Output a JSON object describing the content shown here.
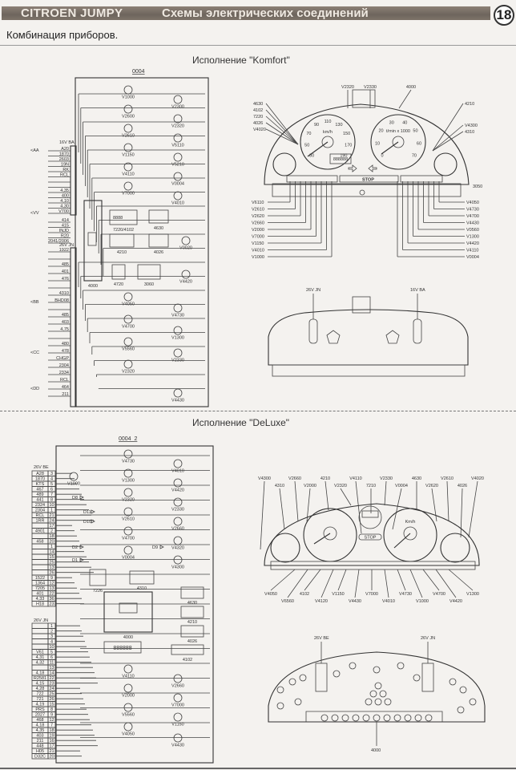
{
  "header": {
    "brand": "CITROEN JUMPY",
    "section": "Схемы электрических соединений",
    "page_number": "18"
  },
  "subtitle": "Комбинация приборов.",
  "komfort": {
    "title": "Исполнение \"Komfort\"",
    "schematic": {
      "title": "0004",
      "connector_a": {
        "label": "16V BA",
        "pins": [
          "A20",
          "1870",
          "2603",
          "19N",
          "RK",
          "RCL",
          "",
          "",
          "4,35",
          "400",
          "4,10",
          "4,30",
          "V700"
        ],
        "signal_labels": [
          "<AA",
          "<VV"
        ]
      },
      "connector_b_top": {
        "pins": [
          "414",
          "415",
          "INJD",
          "R20",
          "2041/2006"
        ]
      },
      "connector_b": {
        "label": "26V JN",
        "pins": [
          "1922",
          "",
          "485",
          "401",
          "476",
          "",
          "4310",
          "BHD08",
          "",
          "485",
          "403",
          "4,75",
          "",
          "480",
          "478",
          "CHGP",
          "2304",
          "2334",
          "RCL",
          "464",
          "211"
        ],
        "signal_labels": [
          "<BB",
          "<CC",
          "<DD"
        ]
      },
      "components": [
        "V1000",
        "V2300",
        "V2600",
        "V2320",
        "V2610",
        "V5110",
        "V1150",
        "V5210",
        "V4110",
        "V0004",
        "V7000",
        "V4010",
        "4210",
        "4630",
        "4026",
        "V0020",
        "4000",
        "4720",
        "3060",
        "V4420",
        "V4050",
        "V4730",
        "V4700",
        "V1300",
        "V5560",
        "V2330",
        "V2320",
        "V4430",
        "7220/4102"
      ]
    },
    "front_view": {
      "top_labels": [
        "V2320",
        "V2330",
        "4000"
      ],
      "left_labels": [
        "4630",
        "4102",
        "7220",
        "4026",
        "V4020"
      ],
      "right_labels": [
        "4210",
        "V4300",
        "4310"
      ],
      "side_label": "3050",
      "bottom_left_labels": [
        "V6110",
        "V2610",
        "V2620",
        "V2660",
        "V2000",
        "V7000",
        "V1150",
        "V4010",
        "V1000"
      ],
      "bottom_right_labels": [
        "V4050",
        "V4730",
        "V4700",
        "V4430",
        "V0560",
        "V1300",
        "V4420",
        "V4110",
        "V0004"
      ],
      "speedo_ticks": [
        "30",
        "50",
        "70",
        "90",
        "110",
        "130",
        "150",
        "170",
        "190"
      ],
      "speedo_unit": "km/h",
      "tacho_ticks": [
        "0",
        "10",
        "20",
        "30",
        "40",
        "50",
        "60",
        "70"
      ],
      "tacho_unit": "t/min x 1000",
      "stop_text": "STOP",
      "odometer": "888888"
    },
    "rear_view": {
      "labels": [
        "26V JN",
        "16V BA"
      ]
    }
  },
  "deluxe": {
    "title": "Исполнение \"DeLuxe\"",
    "schematic": {
      "title": "0004_2",
      "connector_a": {
        "label": "26V BE",
        "pins": [
          {
            "wire": "A28",
            "pin": "3"
          },
          {
            "wire": "1870",
            "pin": "4"
          },
          {
            "wire": "KTS",
            "pin": "5"
          },
          {
            "wire": "467",
            "pin": "6"
          },
          {
            "wire": "489",
            "pin": "7"
          },
          {
            "wire": "441",
            "pin": "8"
          },
          {
            "wire": "2324",
            "pin": "10"
          },
          {
            "wire": "2304",
            "pin": "1"
          },
          {
            "wire": "RCL",
            "pin": "21"
          },
          {
            "wire": "1RR",
            "pin": "24"
          },
          {
            "wire": "",
            "pin": "17"
          },
          {
            "wire": "4901",
            "pin": "2"
          },
          {
            "wire": "",
            "pin": "18"
          },
          {
            "wire": "458",
            "pin": "20"
          },
          {
            "wire": "",
            "pin": "1"
          },
          {
            "wire": "",
            "pin": "14"
          },
          {
            "wire": "",
            "pin": "15"
          },
          {
            "wire": "",
            "pin": "25"
          },
          {
            "wire": "",
            "pin": "13"
          },
          {
            "wire": "",
            "pin": "26"
          },
          {
            "wire": "1522",
            "pin": "9"
          },
          {
            "wire": "1364",
            "pin": "12"
          },
          {
            "wire": "7205",
            "pin": "13"
          },
          {
            "wire": "401",
            "pin": "22"
          },
          {
            "wire": "4,33",
            "pin": "36"
          },
          {
            "wire": "H18",
            "pin": "23"
          }
        ]
      },
      "connector_b": {
        "label": "26V JN",
        "pins": [
          {
            "wire": "",
            "pin": "1"
          },
          {
            "wire": "",
            "pin": "2"
          },
          {
            "wire": "",
            "pin": "3"
          },
          {
            "wire": "",
            "pin": "4"
          },
          {
            "wire": "",
            "pin": "10"
          },
          {
            "wire": "V61",
            "pin": "5"
          },
          {
            "wire": "4,31",
            "pin": "6"
          },
          {
            "wire": "4,32",
            "pin": "11"
          },
          {
            "wire": "",
            "pin": "13"
          },
          {
            "wire": "4,18",
            "pin": "14"
          },
          {
            "wire": "R2581",
            "pin": "22"
          },
          {
            "wire": "4,15",
            "pin": "23"
          },
          {
            "wire": "4,28",
            "pin": "24"
          },
          {
            "wire": "722",
            "pin": "25"
          },
          {
            "wire": "721",
            "pin": "26"
          },
          {
            "wire": "4,19",
            "pin": "15"
          },
          {
            "wire": "PRS",
            "pin": "8"
          },
          {
            "wire": "2027",
            "pin": "9"
          },
          {
            "wire": "468",
            "pin": "12"
          },
          {
            "wire": "4,18",
            "pin": "7"
          },
          {
            "wire": "4,35",
            "pin": "18"
          },
          {
            "wire": "403",
            "pin": "19"
          },
          {
            "wire": "211",
            "pin": "16"
          },
          {
            "wire": "448",
            "pin": "17"
          },
          {
            "wire": "H05",
            "pin": "21"
          },
          {
            "wire": "D32C",
            "pin": "20"
          }
        ]
      },
      "diodes": [
        "D8",
        "D11",
        "D10",
        "D9",
        "D2",
        "D1"
      ],
      "components": [
        "V1000",
        "V4730",
        "V4010",
        "V1300",
        "V4420",
        "V2320",
        "V2330",
        "V2610",
        "V2660",
        "V4700",
        "V4320",
        "V0004",
        "V4300",
        "7226",
        "4310",
        "4630",
        "4210",
        "4026",
        "4000",
        "4102",
        "V4110",
        "V2660",
        "V2000",
        "V7000",
        "V5560",
        "V1150",
        "V4050",
        "V4430"
      ],
      "display": "888888"
    },
    "front_view": {
      "top_labels": [
        "V4300",
        "4310",
        "V2660",
        "V2000",
        "4210",
        "V2320",
        "V4110",
        "7210",
        "V2330",
        "V0004",
        "4630",
        "V2620",
        "V2610",
        "4026",
        "V4020"
      ],
      "bottom_labels": [
        "V4050",
        "V6560",
        "4102",
        "V4120",
        "V1150",
        "V4430",
        "V7000",
        "V4010",
        "V4730",
        "V1000",
        "V4700",
        "V4420",
        "V1300"
      ],
      "speed_unit": "Km/h",
      "stop_text": "STOP"
    },
    "rear_view": {
      "labels": [
        "26V BE",
        "26V JN"
      ],
      "bottom_label": "4000"
    }
  },
  "colors": {
    "header_band": "#7a7067",
    "header_text": "#efe9e1",
    "paper": "#f4f2ef",
    "ink": "#333333"
  }
}
